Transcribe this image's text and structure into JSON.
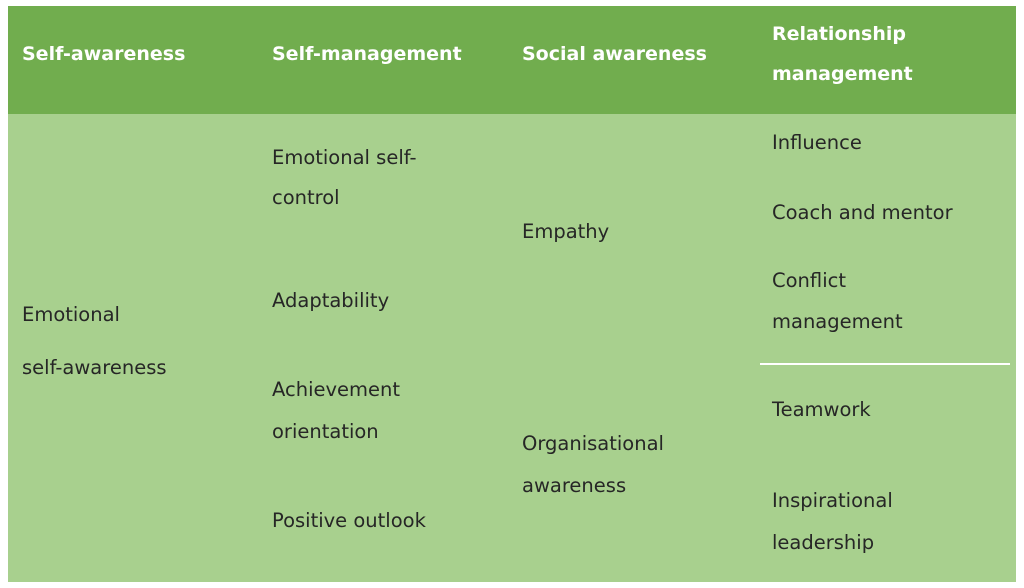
{
  "headers": {
    "col1": "Self-awareness",
    "col2": "Self-management",
    "col3": "Social awareness",
    "col4_line1": "Relationship",
    "col4_line2": "management"
  },
  "self_awareness": {
    "line1": "Emotional",
    "line2": "self-awareness"
  },
  "self_management": {
    "emotional_self_control_line1": "Emotional self-",
    "emotional_self_control_line2": "control",
    "adaptability": "Adaptability",
    "achievement_line1": "Achievement",
    "achievement_line2": "orientation",
    "positive_outlook": "Positive outlook"
  },
  "social_awareness": {
    "empathy": "Empathy",
    "org_line1": "Organisational",
    "org_line2": "awareness"
  },
  "relationship_management": {
    "influence": "Influence",
    "coach": "Coach and mentor",
    "conflict_line1": "Conflict",
    "conflict_line2": "management",
    "teamwork": "Teamwork",
    "inspirational_line1": "Inspirational",
    "inspirational_line2": "leadership"
  },
  "colors": {
    "header_bg": "#71ad4e",
    "body_bg": "#a8d08e",
    "header_text": "#ffffff",
    "body_text": "#262626"
  }
}
